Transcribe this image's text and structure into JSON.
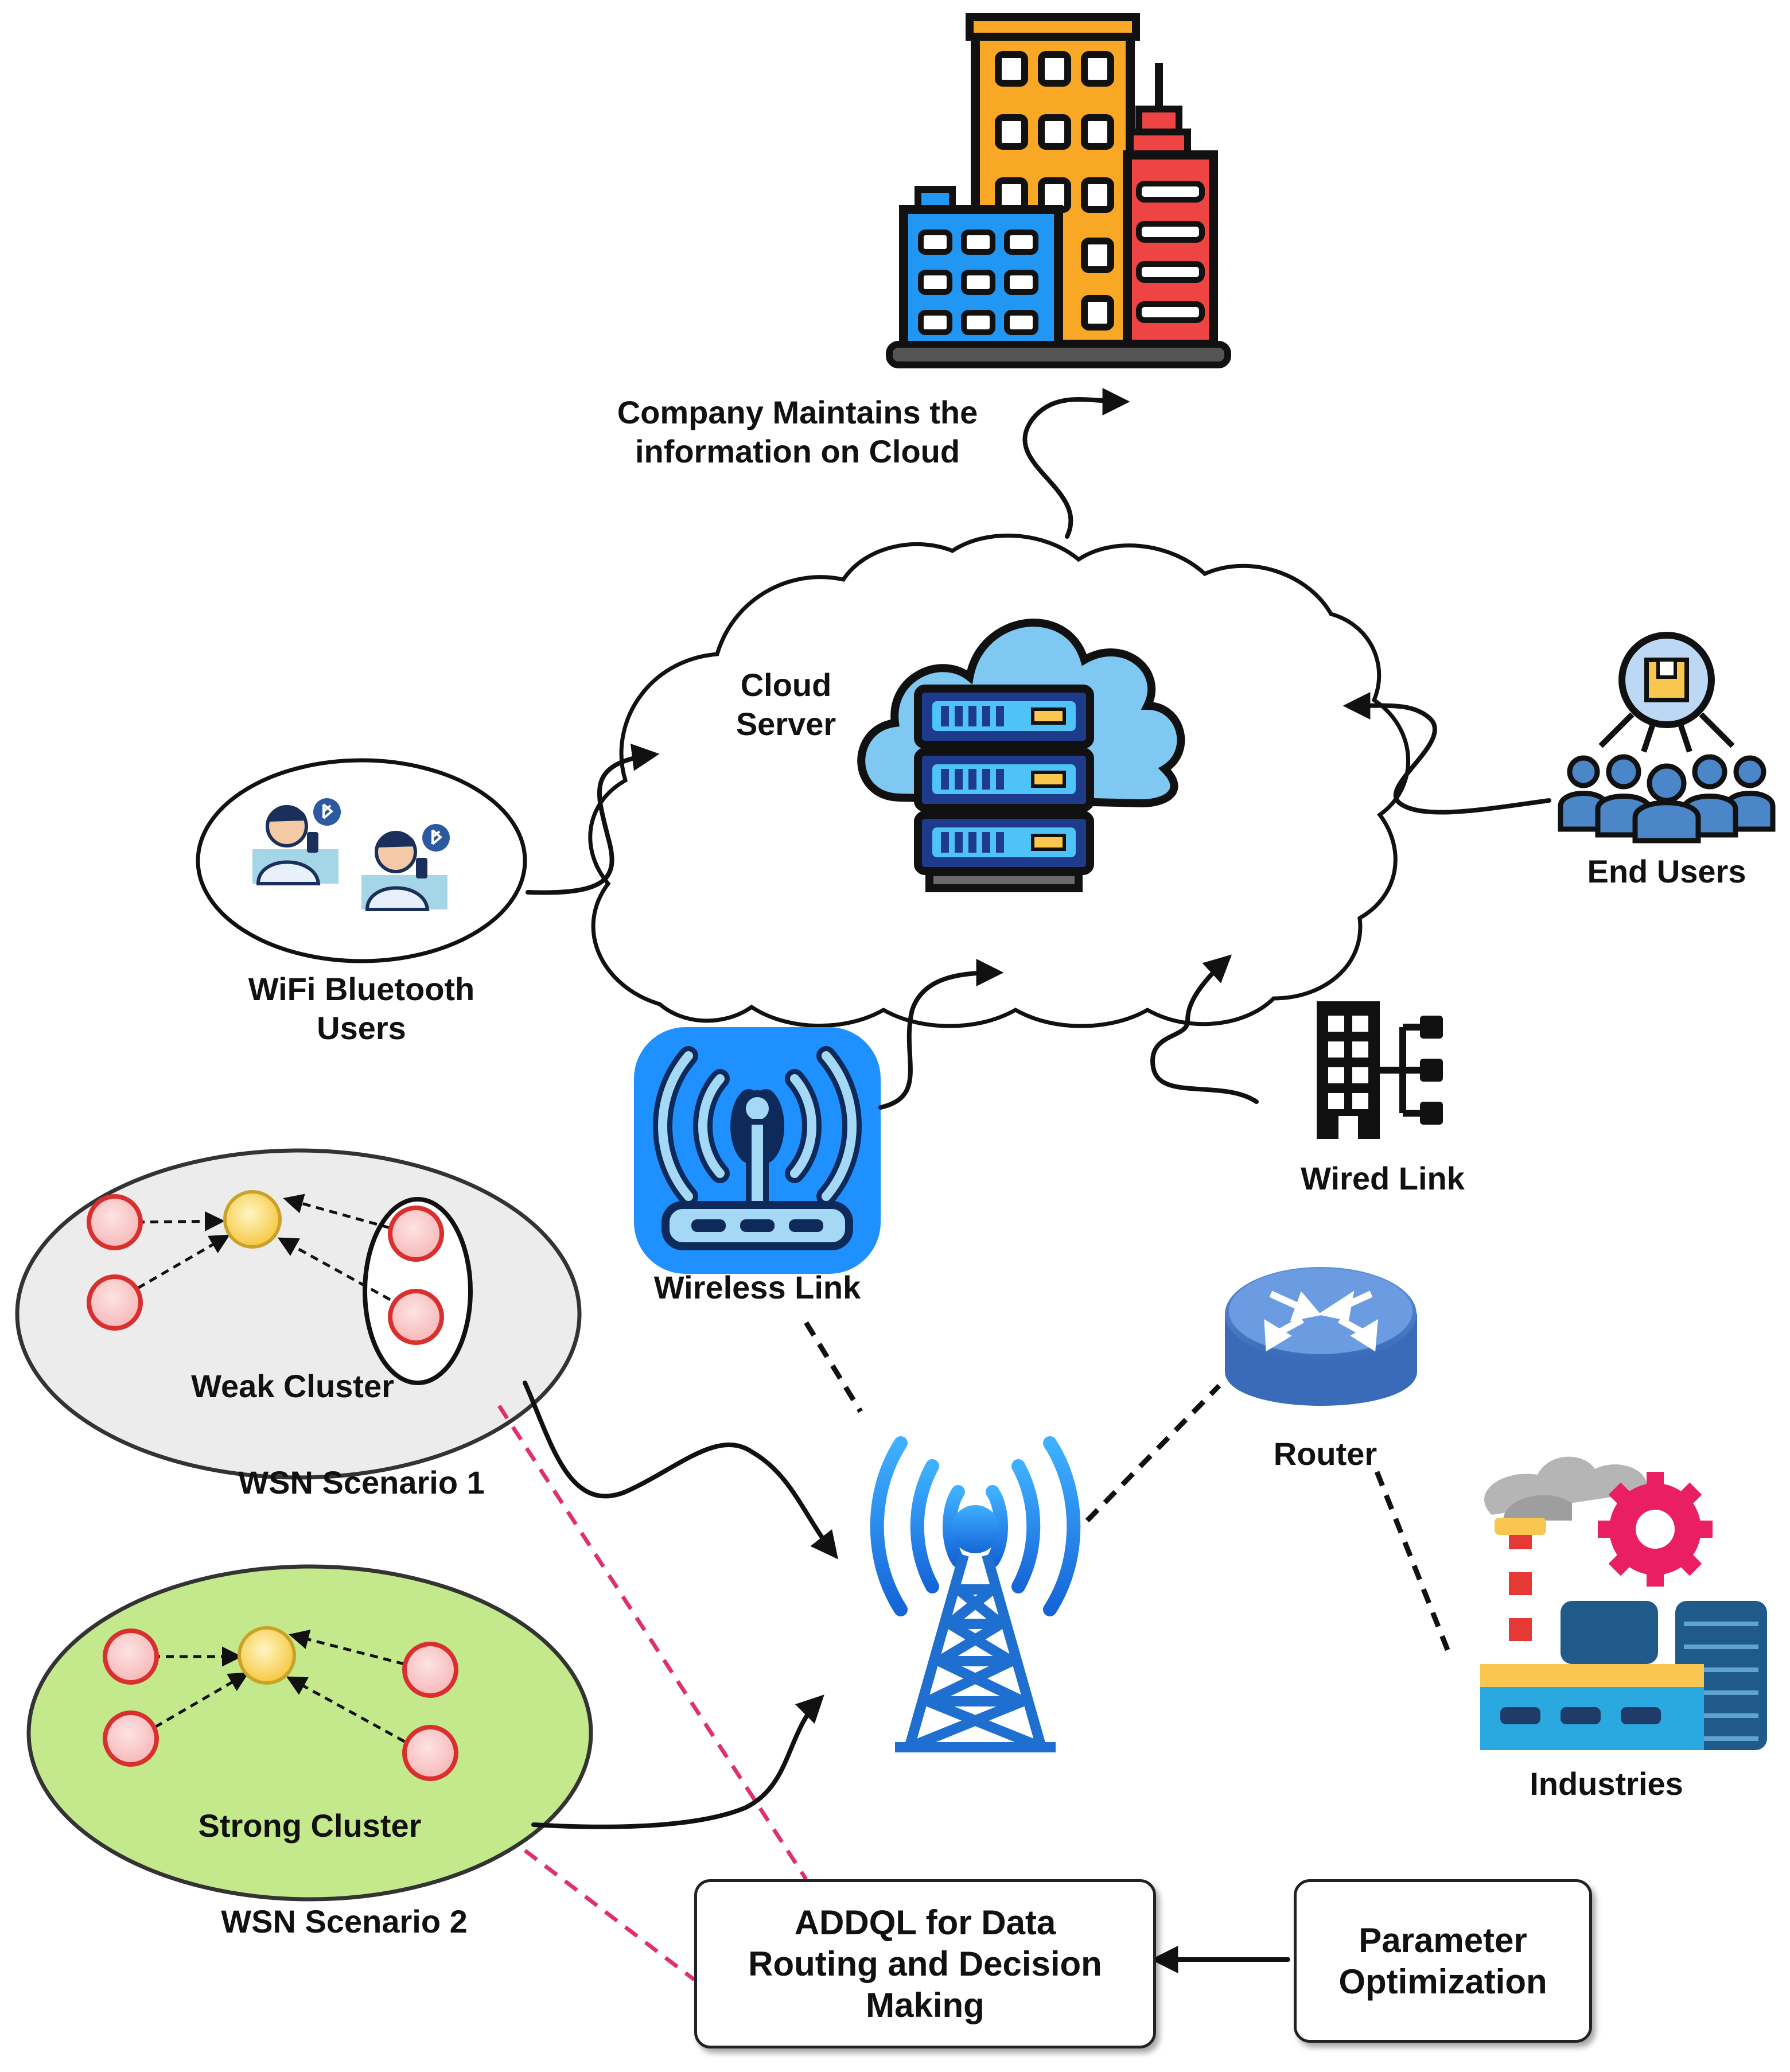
{
  "labels": {
    "company_line1": "Company Maintains the",
    "company_line2": "information on Cloud",
    "cloud_line1": "Cloud",
    "cloud_line2": "Server",
    "wifi_line1": "WiFi Bluetooth",
    "wifi_line2": "Users",
    "end_users": "End Users",
    "wired_link": "Wired Link",
    "wireless_link": "Wireless Link",
    "router": "Router",
    "industries": "Industries",
    "weak_cluster": "Weak Cluster",
    "wsn1": "WSN Scenario 1",
    "strong_cluster": "Strong Cluster",
    "wsn2": "WSN Scenario 2"
  },
  "boxes": {
    "addql_line1": "ADDQL for Data",
    "addql_line2": "Routing and Decision",
    "addql_line3": "Making",
    "param_line1": "Parameter",
    "param_line2": "Optimization"
  },
  "icons": {
    "company": "office-buildings-icon",
    "cloud_server": "cloud-server-icon",
    "wifi_users": "bluetooth-user-icon",
    "end_users": "user-group-icon",
    "wired": "wired-network-icon",
    "wireless": "wireless-router-icon",
    "router": "router-icon",
    "tower": "cell-tower-icon",
    "industry": "factory-icon"
  },
  "colors": {
    "weak_cluster_fill": "#ececec",
    "strong_cluster_fill": "#c4e88c",
    "node_fill": "#f9c9c9",
    "node_stroke": "#d9302f",
    "head_fill": "#f8d860",
    "pink_dash": "#e0306a",
    "blue_accent": "#1e7fe0",
    "building_orange": "#f9a825",
    "building_red": "#ef4444",
    "building_blue": "#2196f3"
  }
}
